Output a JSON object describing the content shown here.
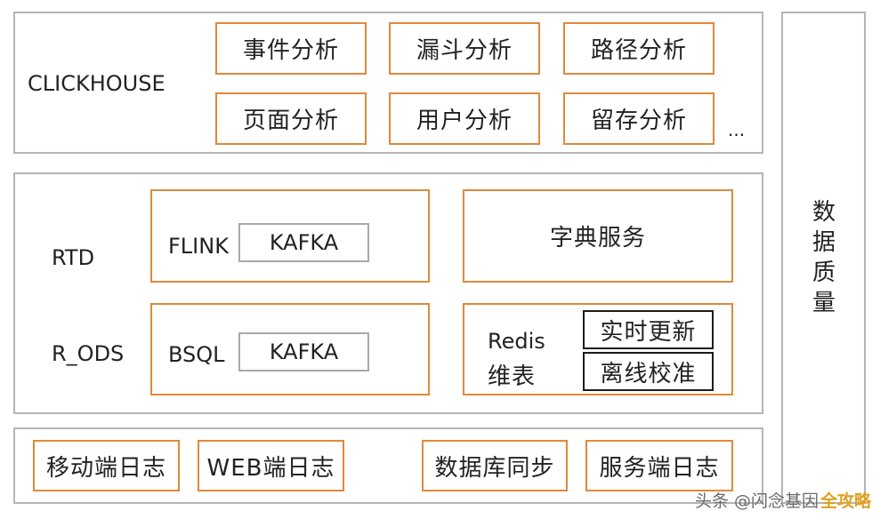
{
  "clickhouse": {
    "label": "CLICKHOUSE",
    "modules": [
      "事件分析",
      "漏斗分析",
      "路径分析",
      "页面分析",
      "用户分析",
      "留存分析"
    ],
    "more": "..."
  },
  "rtd": {
    "label_rtd": "RTD",
    "label_rods": "R_ODS",
    "flink": "FLINK",
    "flink_source": "KAFKA",
    "bsql": "BSQL",
    "bsql_source": "KAFKA",
    "dict_service": "字典服务",
    "redis_line1": "Redis",
    "redis_line2": "维表",
    "redis_realtime": "实时更新",
    "redis_offline": "离线校准"
  },
  "sources": [
    "移动端日志",
    "WEB端日志",
    "数据库同步",
    "服务端日志"
  ],
  "quality": {
    "chars": [
      "数",
      "据",
      "质",
      "量"
    ]
  },
  "watermark": {
    "text": "头条 @闪念基因",
    "brand": "全攻略"
  },
  "colors": {
    "orange": "#e0893c",
    "gray": "#b5b5b5",
    "dark": "#1c1c1c"
  }
}
